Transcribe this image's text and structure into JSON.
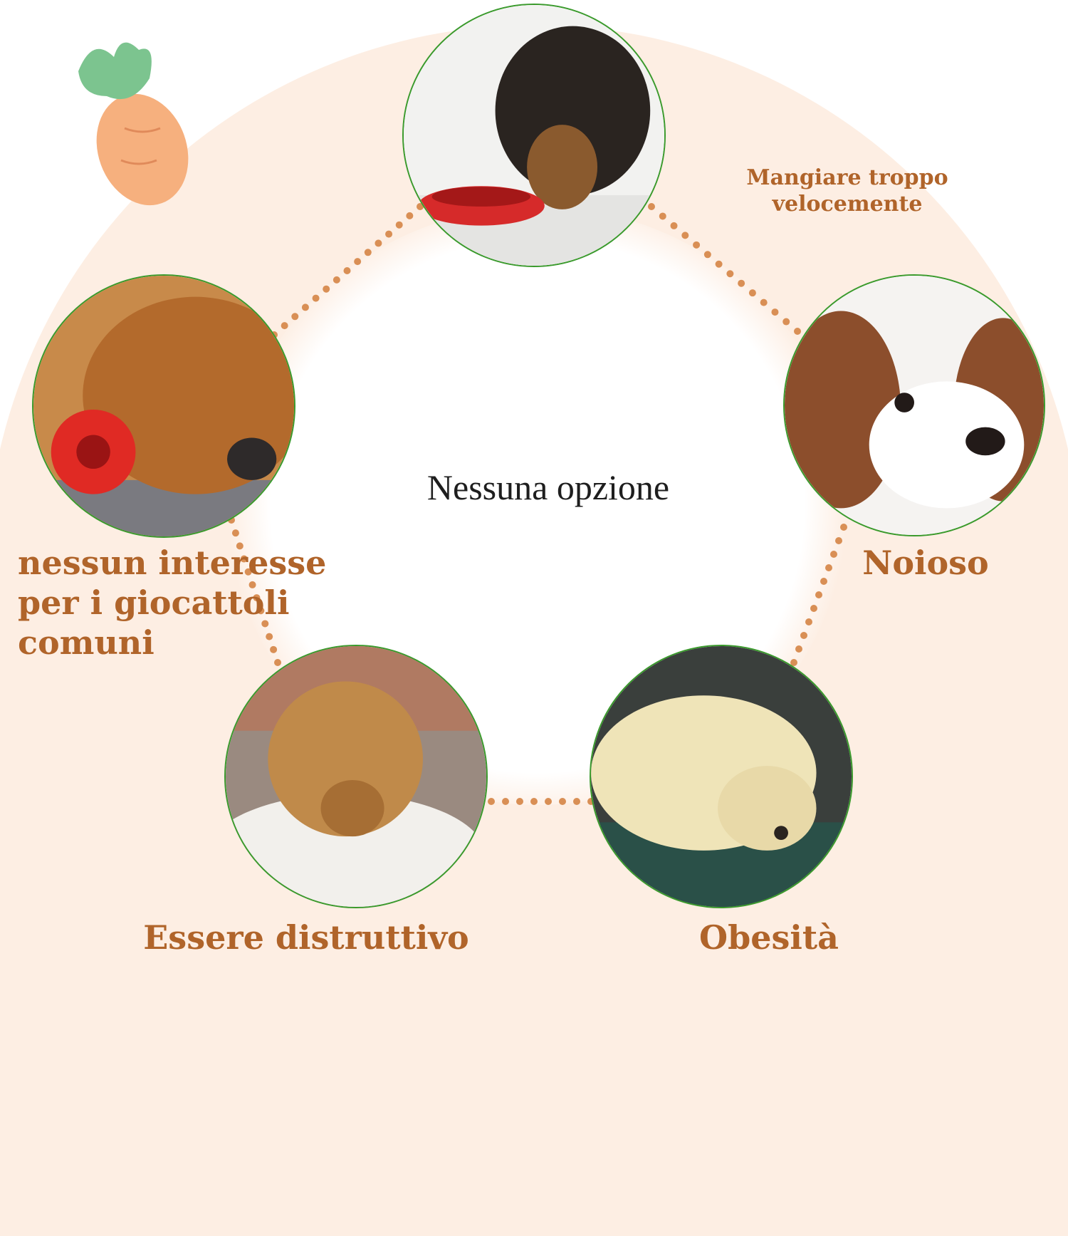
{
  "center_text": "Nessuna opzione",
  "labels": {
    "eating_fast": [
      "Mangiare troppo",
      "velocemente"
    ],
    "no_interest": [
      "nessun interesse",
      "per i giocattoli",
      "comuni"
    ],
    "boring": "Noioso",
    "destructive": "Essere distruttivo",
    "obesity": "Obesità"
  },
  "colors": {
    "label_text": "#b0642a",
    "circle_border": "#3a9a2c",
    "dots": "#d98f55",
    "background_arch": "#fdeee3"
  }
}
